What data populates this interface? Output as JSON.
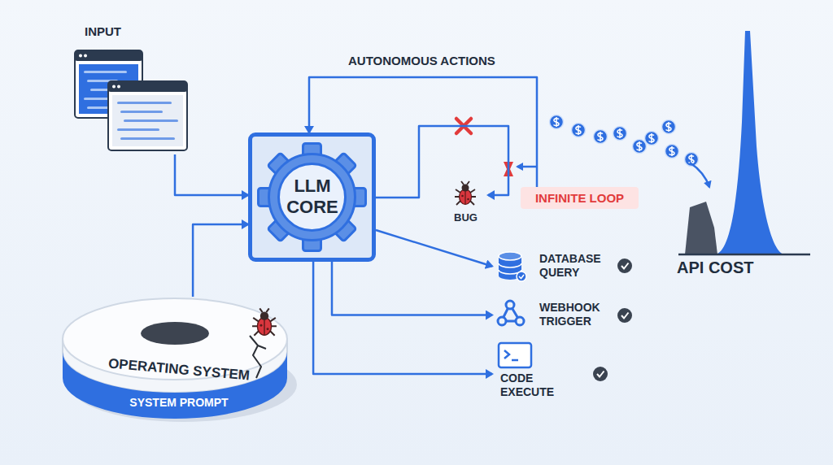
{
  "diagram": {
    "nodes": [
      {
        "text": [
          "INPUT"
        ]
      },
      {
        "text": [
          "LLM CORE"
        ]
      },
      {
        "text": [
          "OPERATING SYSTEM",
          "SYSTEM PROMPT"
        ]
      },
      {
        "text": [
          "BUG"
        ]
      },
      {
        "text": [
          "INFINITE LOOP"
        ]
      },
      {
        "text": [
          "DATABASE QUERY"
        ]
      },
      {
        "text": [
          "WEBHOOK TRIGGER"
        ]
      },
      {
        "text": [
          "CODE EXECUTE"
        ]
      },
      {
        "text": [
          "API COST"
        ]
      }
    ],
    "edges": [
      {
        "from": 0,
        "to": 1,
        "arrow": "to"
      },
      {
        "from": 2,
        "to": 1,
        "arrow": "to"
      },
      {
        "from": 1,
        "to": 3,
        "arrow": "to"
      },
      {
        "from": 4,
        "to": 1,
        "label": "AUTONOMOUS ACTIONS",
        "arrow": "to"
      },
      {
        "from": 1,
        "to": 5,
        "arrow": "to"
      },
      {
        "from": 1,
        "to": 6,
        "arrow": "to"
      },
      {
        "from": 1,
        "to": 7,
        "arrow": "to"
      }
    ]
  }
}
